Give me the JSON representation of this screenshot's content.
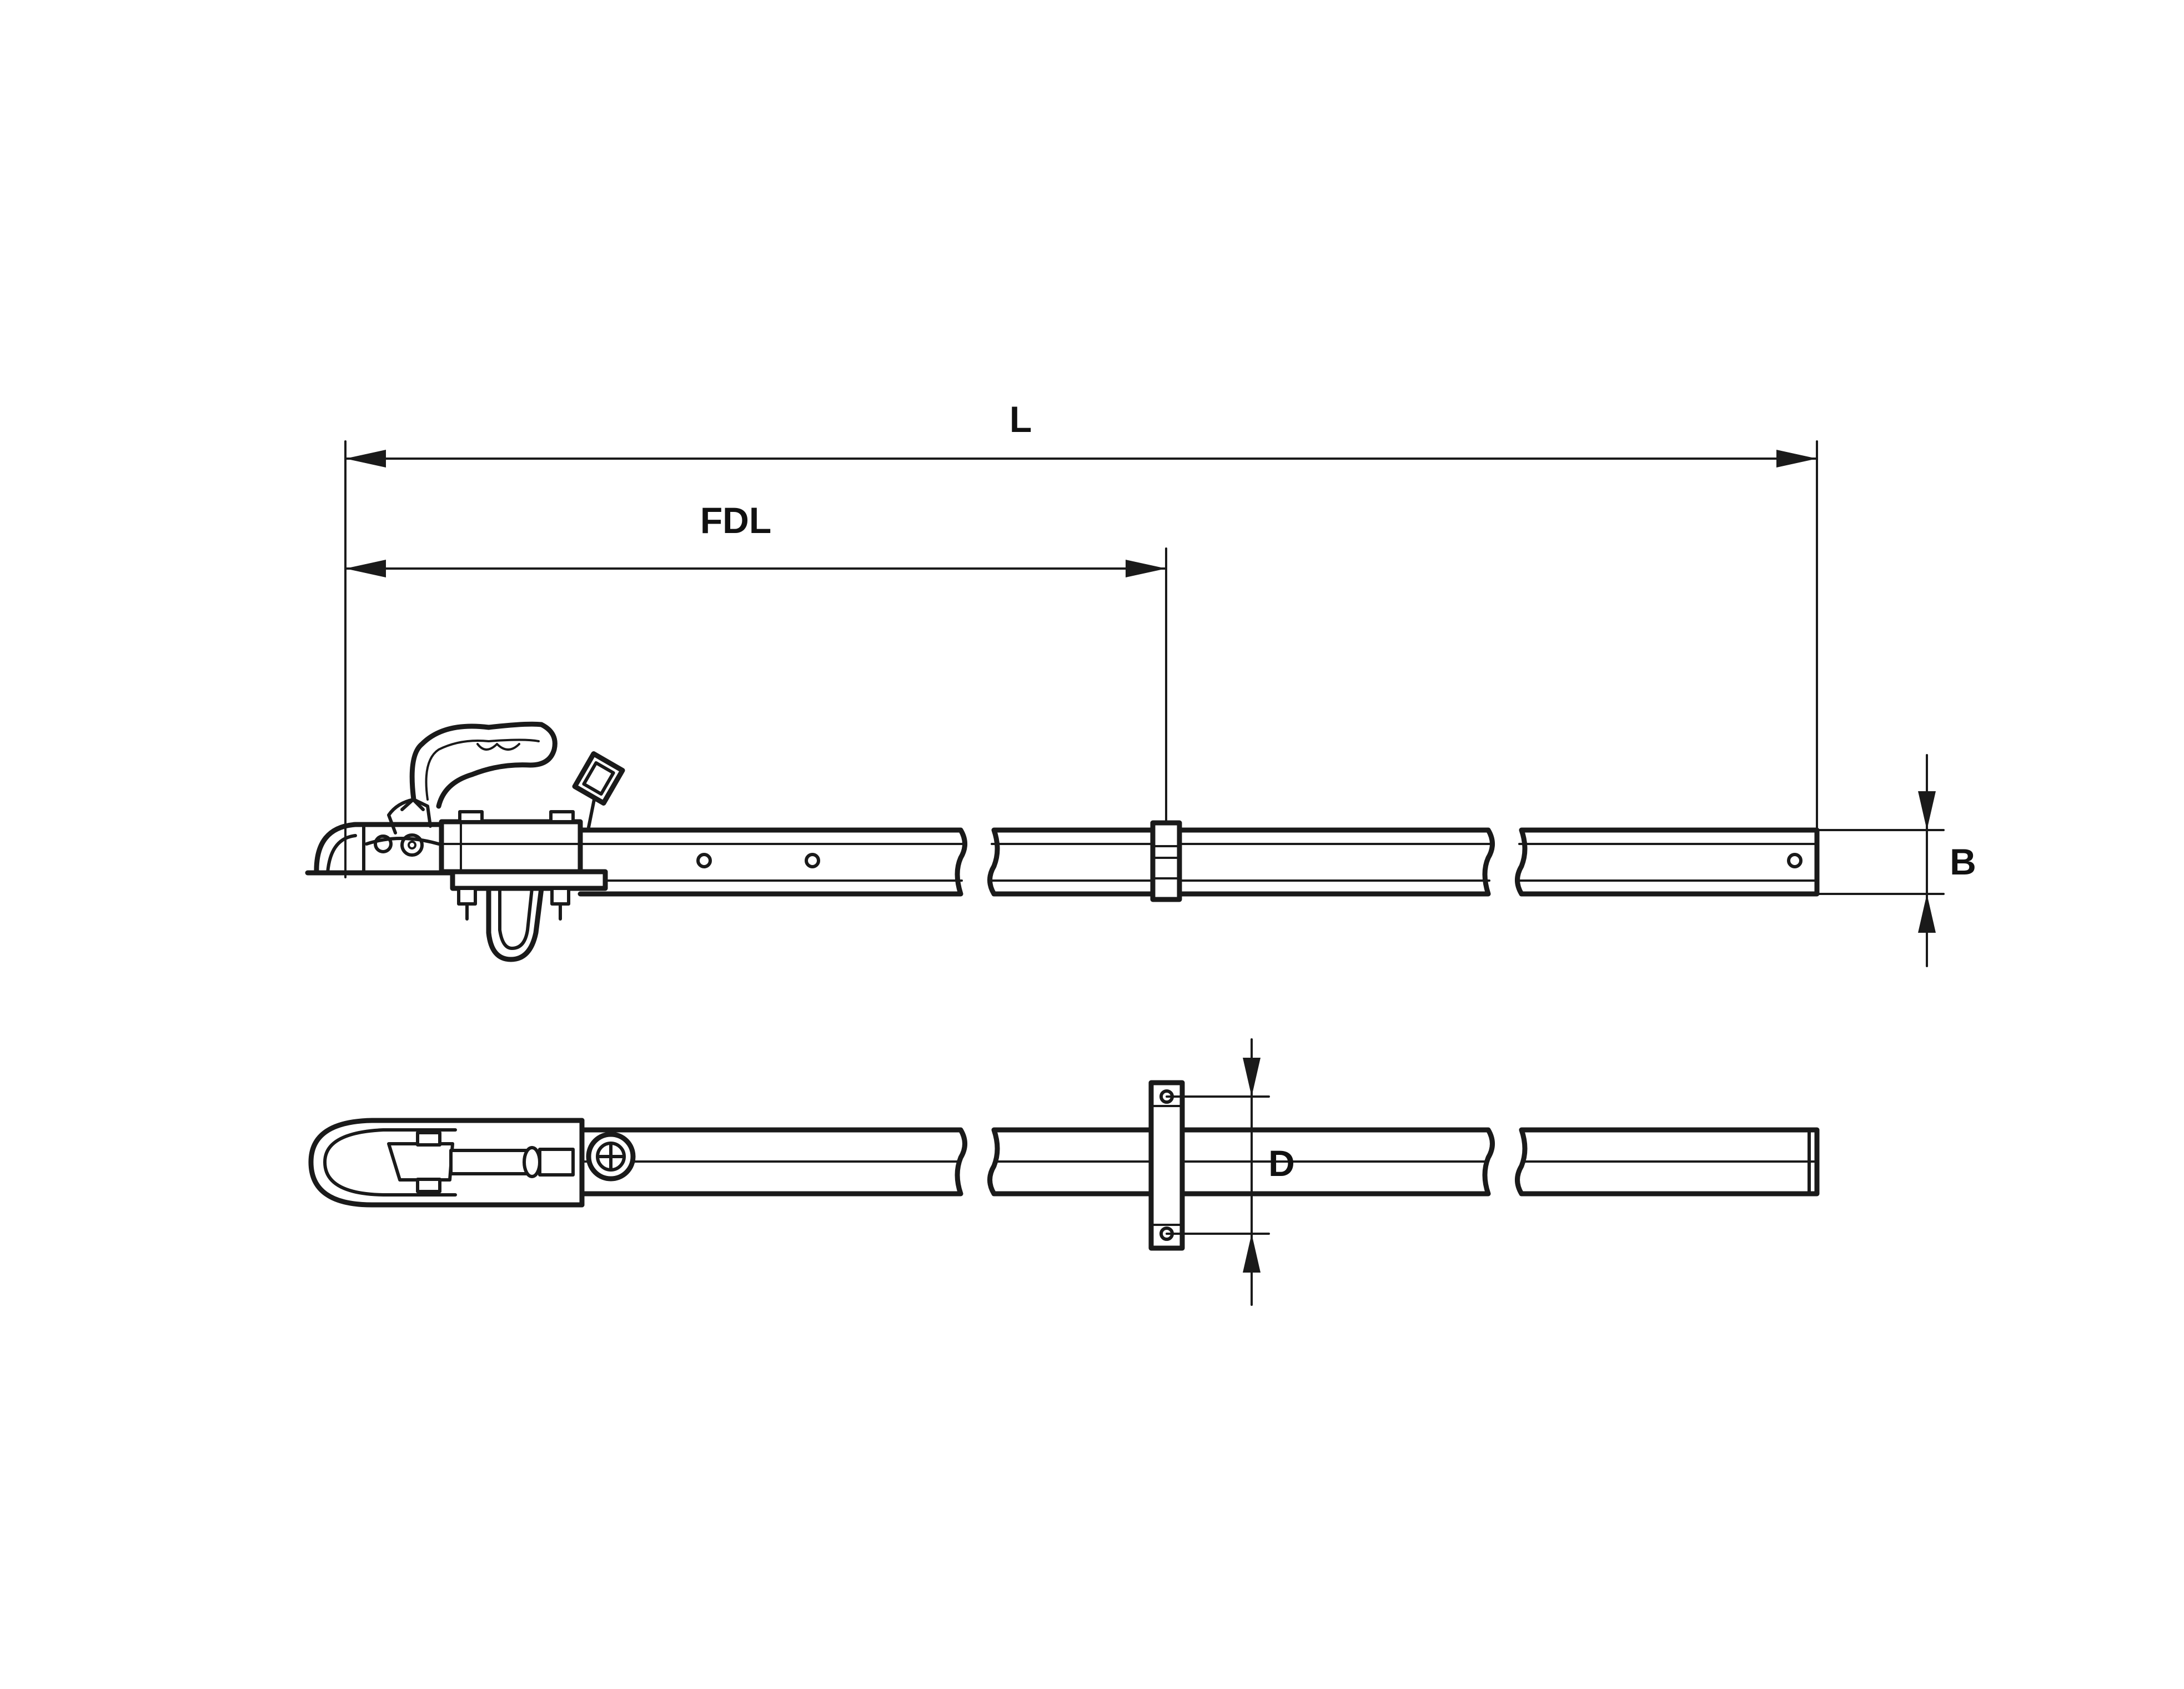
{
  "dimensions": {
    "overall_length": "L",
    "front_drawbar_length": "FDL",
    "beam_height": "B",
    "beam_depth": "D"
  }
}
